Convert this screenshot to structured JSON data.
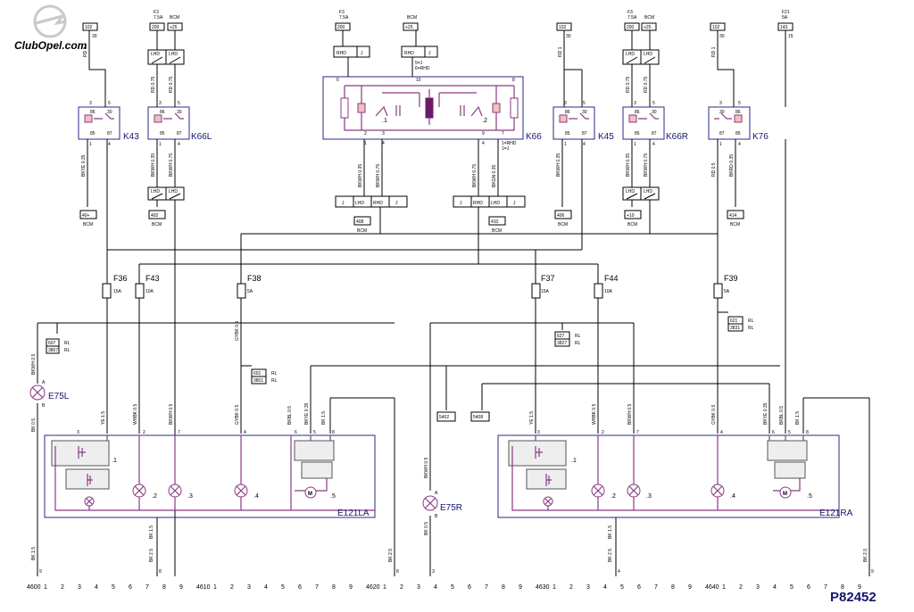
{
  "watermark": "ClubOpel.com",
  "drawing_number": "P82452",
  "relays": {
    "k43": {
      "ref": "K43",
      "pins": [
        "3",
        "5",
        "86",
        "30",
        "85",
        "87",
        "1",
        "4"
      ]
    },
    "k66l": {
      "ref": "K66L",
      "pins": [
        "3",
        "5",
        "86",
        "30",
        "85",
        "87",
        "1",
        "4"
      ]
    },
    "k45": {
      "ref": "K45",
      "pins": [
        "3",
        "5",
        "86",
        "30",
        "85",
        "87",
        "1",
        "4"
      ]
    },
    "k66r": {
      "ref": "K66R",
      "pins": [
        "3",
        "5",
        "86",
        "30",
        "85",
        "87",
        "1",
        "4"
      ]
    },
    "k76": {
      "ref": "K76",
      "pins": [
        "3",
        "5",
        "86",
        "30",
        "85",
        "87",
        "1",
        "4"
      ]
    },
    "k66": {
      "ref": "K66",
      "sub1": ".1",
      "sub2": ".2",
      "top_pins": [
        "6",
        "10",
        "8"
      ],
      "bottom_pins": [
        "2",
        "1",
        "3",
        "4",
        "5",
        "9",
        "4",
        "5",
        "7"
      ],
      "cond1": "1=RHD",
      "cond2": "1=J",
      "cond3": "5=J",
      "cond4": "6=RHD"
    }
  },
  "fuses": {
    "f36": {
      "ref": "F36",
      "rating": "15A"
    },
    "f43": {
      "ref": "F43",
      "rating": "10A"
    },
    "f38": {
      "ref": "F38",
      "rating": "5A"
    },
    "f37": {
      "ref": "F37",
      "rating": "15A"
    },
    "f44": {
      "ref": "F44",
      "rating": "10A"
    },
    "f39": {
      "ref": "F39",
      "rating": "5A"
    },
    "f3_a": {
      "ref": "F3",
      "rating": "7.5A"
    },
    "f3_b": {
      "ref": "F3",
      "rating": "7.5A"
    },
    "f3_c": {
      "ref": "F3",
      "rating": "7.5A"
    },
    "f21": {
      "ref": "F21",
      "rating": "5A"
    }
  },
  "terminals": {
    "t102a": "102",
    "t30a": "30",
    "t200a": "200",
    "t25a": "+25",
    "t200b": "200",
    "t25b": "+25",
    "t200c": "200",
    "t30b": "30",
    "t102b": "102",
    "t30c": "30",
    "t200d": "200",
    "t25c": "+25",
    "t102c": "102",
    "t30d": "30",
    "t143": "143",
    "t15": "15",
    "bcm": "BCM"
  },
  "connectors": {
    "c40": "40+",
    "c402": "402",
    "c408": "408",
    "c410": "410",
    "c406": "406",
    "c410b": "+10",
    "c414": "414",
    "c607": "607",
    "c3807": "3807",
    "c601": "601",
    "c3801": "3801",
    "c627": "627",
    "c3827": "3827",
    "c621": "621",
    "c3831": "3831",
    "c5402": "5402",
    "c5408": "5408",
    "rl": "RL",
    "lhd": "LHD",
    "rhd": "RHD",
    "j": "J"
  },
  "wires": {
    "w_rd1": "RD 1",
    "w_rd075": "RD 0.75",
    "w_bkye035": "BKYE 0.35",
    "w_bkwh075": "BKWH 0.75",
    "w_bkwh035": "BKWH 0.35",
    "w_bkgn035": "BKGN 0.35",
    "w_gybk05": "GYBK 0.5",
    "w_bkwh05": "BKWH 0.5",
    "w_ye15": "YE 1.5",
    "w_whbk05": "WHBK 0.5",
    "w_bkbl05": "BKBL 0.5",
    "w_bk15": "BK 1.5",
    "w_bk25": "BK 2.5",
    "w_bk05": "BK 0.5",
    "w_rd05": "RD 0.5",
    "w_bkrd035": "BKRD 0.35"
  },
  "lamps": {
    "e75l": "E75L",
    "e75r": "E75R",
    "a": "A",
    "b": "B"
  },
  "modules": {
    "left": {
      "ref": "E121LA",
      "sub": [
        ".1",
        ".2",
        ".3",
        ".4",
        ".5"
      ],
      "pins": [
        "3",
        "2",
        "7",
        "4",
        "6",
        "5",
        "8"
      ]
    },
    "right": {
      "ref": "E121RA",
      "sub": [
        ".1",
        ".2",
        ".3",
        ".4",
        ".5"
      ],
      "pins": [
        "3",
        "2",
        "7",
        "4",
        "6",
        "5",
        "8"
      ]
    }
  },
  "ground_scale": {
    "labels": [
      "4600",
      "1",
      "2",
      "3",
      "4",
      "5",
      "6",
      "7",
      "8",
      "9",
      "4610",
      "1",
      "2",
      "3",
      "4",
      "5",
      "6",
      "7",
      "8",
      "9",
      "4620",
      "1",
      "2",
      "3",
      "4",
      "5",
      "6",
      "7",
      "8",
      "9",
      "4630",
      "1",
      "2",
      "3",
      "4",
      "5",
      "6",
      "7",
      "8",
      "9",
      "4640",
      "1",
      "2",
      "3",
      "4",
      "5",
      "6",
      "7",
      "8",
      "9"
    ],
    "ground_pin_labels": [
      "9",
      "8",
      "8",
      "3",
      "4",
      "8",
      "9"
    ]
  }
}
